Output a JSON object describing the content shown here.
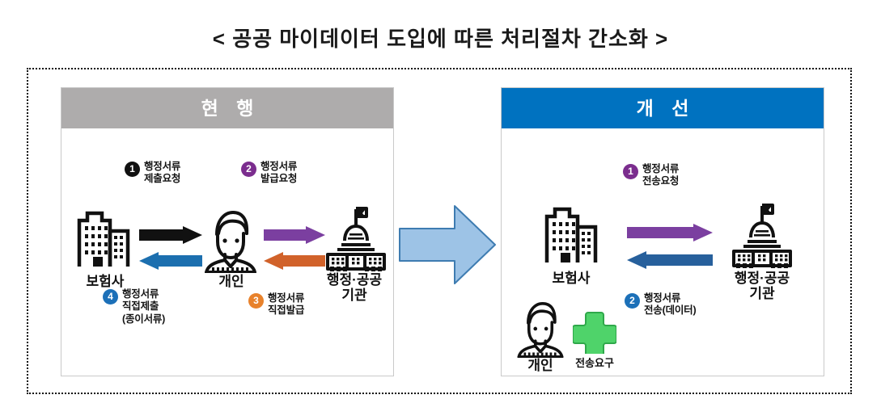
{
  "title": "< 공공 마이데이터 도입에 따른 처리절차 간소화 >",
  "colors": {
    "current_header_bg": "#AEACAC",
    "improved_header_bg": "#0072C0",
    "badge_black": "#111111",
    "badge_purple": "#7B2D8E",
    "badge_blue": "#1C70B8",
    "badge_orange": "#E8822C",
    "arrow_black": "#111111",
    "arrow_blue": "#1C6FAF",
    "arrow_purple": "#7B3FA0",
    "arrow_orange": "#D1622A",
    "arrow_navy_blue": "#27609C",
    "center_arrow_fill": "#9DC3E6",
    "center_arrow_stroke": "#3E7CB1",
    "plus_green": "#4FD36A",
    "plus_green_stroke": "#2FA84A"
  },
  "panels": {
    "current": {
      "header": "현 행",
      "nodes": [
        {
          "id": "insurer",
          "label": "보험사",
          "icon": "office-building-icon"
        },
        {
          "id": "individual",
          "label": "개인",
          "icon": "person-avatar-icon"
        },
        {
          "id": "agency",
          "label": "행정·공공\n기관",
          "icon": "government-building-icon"
        }
      ],
      "steps": [
        {
          "num": "1",
          "color": "#111111",
          "text": "행정서류\n제출요청"
        },
        {
          "num": "2",
          "color": "#7B2D8E",
          "text": "행정서류\n발급요청"
        },
        {
          "num": "3",
          "color": "#E8822C",
          "text": "행정서류\n직접발급"
        },
        {
          "num": "4",
          "color": "#1C70B8",
          "text": "행정서류\n직접제출\n(종이서류)"
        }
      ]
    },
    "improved": {
      "header": "개 선",
      "nodes": [
        {
          "id": "insurer",
          "label": "보험사",
          "icon": "office-building-icon"
        },
        {
          "id": "individual",
          "label": "개인",
          "icon": "person-avatar-icon"
        },
        {
          "id": "agency",
          "label": "행정·공공\n기관",
          "icon": "government-building-icon"
        }
      ],
      "plus_caption": "전송요구",
      "steps": [
        {
          "num": "1",
          "color": "#7B2D8E",
          "text": "행정서류\n전송요청"
        },
        {
          "num": "2",
          "color": "#1C70B8",
          "text": "행정서류\n전송(데이터)"
        }
      ]
    }
  },
  "center_arrow": {
    "icon": "right-block-arrow-icon"
  }
}
